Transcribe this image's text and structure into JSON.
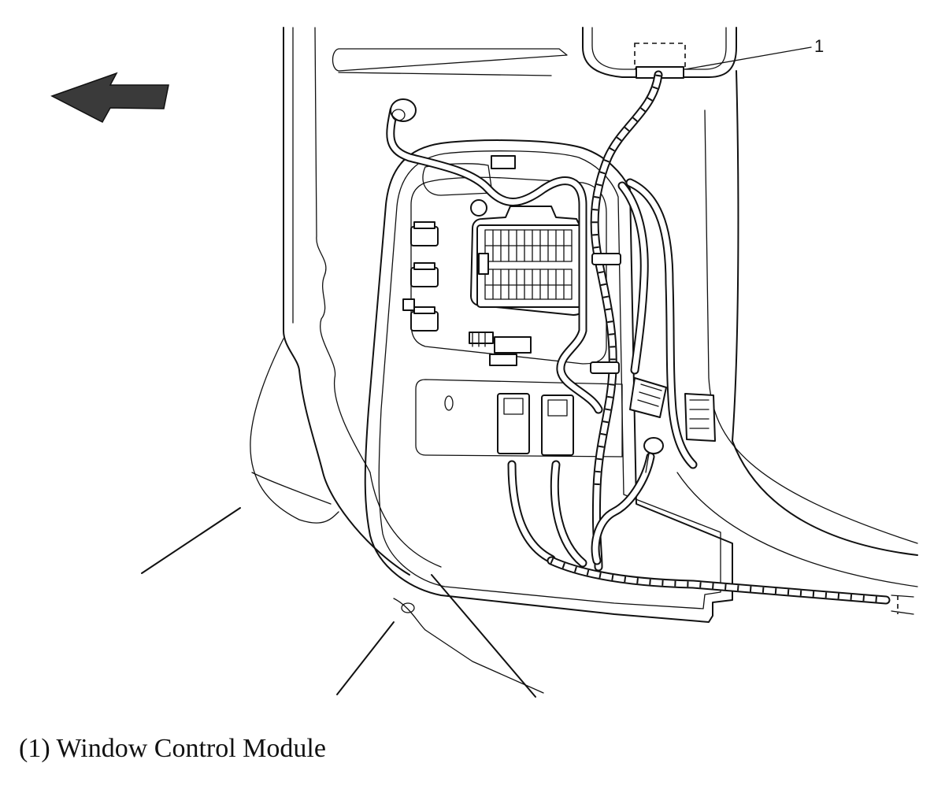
{
  "callout": {
    "number": "1"
  },
  "caption": {
    "number": "(1)",
    "label": "Window Control Module"
  },
  "icons": {
    "direction_arrow": "left-arrow-icon"
  },
  "colors": {
    "line": "#111111",
    "background": "#ffffff"
  }
}
